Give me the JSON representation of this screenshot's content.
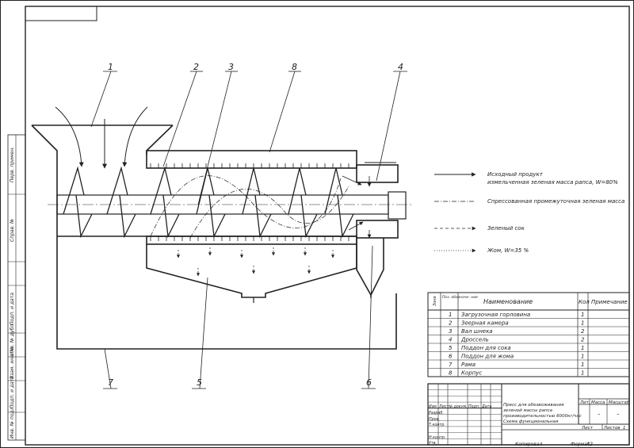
{
  "callouts": [
    "1",
    "2",
    "3",
    "8",
    "4",
    "7",
    "5",
    "6"
  ],
  "legend": [
    {
      "style": "solid",
      "text": "Исходный продукт"
    },
    {
      "style": "none",
      "text": "измельченная зеленая масса рапса, W=80%"
    },
    {
      "style": "dashdot",
      "text": "Спрессованная промежуточная зеленая масса"
    },
    {
      "style": "dashed",
      "text": "Зеленый сок"
    },
    {
      "style": "dotted",
      "text": "Жом, W=35 %"
    }
  ],
  "parts_table": {
    "headers": {
      "zone": "Зона",
      "pos": "Поз. обозначе- ние",
      "name": "Наименование",
      "qty": "Кол",
      "note": "Примечание"
    },
    "rows": [
      {
        "pos": "1",
        "name": "Загрузочная горловина",
        "qty": "1"
      },
      {
        "pos": "2",
        "name": "Зеерная камера",
        "qty": "1"
      },
      {
        "pos": "3",
        "name": "Вал шнека",
        "qty": "2"
      },
      {
        "pos": "4",
        "name": "Дроссель",
        "qty": "2"
      },
      {
        "pos": "5",
        "name": "Поддон для сока",
        "qty": "1"
      },
      {
        "pos": "6",
        "name": "Поддон для жома",
        "qty": "1"
      },
      {
        "pos": "7",
        "name": "Рама",
        "qty": "1"
      },
      {
        "pos": "8",
        "name": "Корпус",
        "qty": "1"
      }
    ]
  },
  "title_block": {
    "title_lines": [
      "Пресс для обезвоживания",
      "зеленой массы рапса",
      "производительностью 6000кг/час",
      "Схема функциональная"
    ],
    "rev_headers": [
      "Изм",
      "Лист",
      "№ докум.",
      "Подп.",
      "Дата"
    ],
    "roles": [
      "Разраб.",
      "Пров.",
      "Т.контр.",
      "Н.контр.",
      "Утв."
    ],
    "lit_label": "Лит.",
    "mass_label": "Масса",
    "scale_label": "Масштаб",
    "mass_value": "–",
    "scale_value": "–",
    "sheet_label": "Лист",
    "sheets_label": "Листов",
    "sheets_value": "1",
    "copied": "Копировал",
    "format": "Формат",
    "format_value": "А2"
  },
  "side_stamps": [
    "Перв. примен.",
    "Справ. №",
    "Подп. и дата",
    "Инв. № дубл.",
    "Взам. инв. №",
    "Подп. и дата",
    "Инв. № подл."
  ]
}
